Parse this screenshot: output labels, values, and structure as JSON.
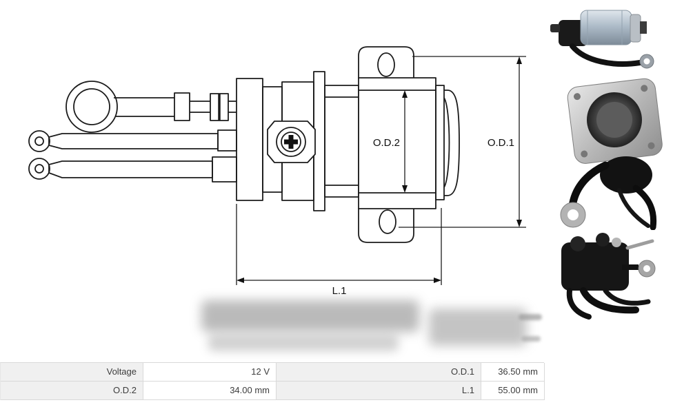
{
  "diagram": {
    "dim_od2": "O.D.2",
    "dim_od1": "O.D.1",
    "dim_l1": "L.1"
  },
  "spec_table": {
    "row1": {
      "label1": "Voltage",
      "value1": "12 V",
      "label2": "O.D.1",
      "value2": "36.50 mm"
    },
    "row2": {
      "label1": "O.D.2",
      "value1": "34.00 mm",
      "label2": "L.1",
      "value2": "55.00 mm"
    }
  }
}
